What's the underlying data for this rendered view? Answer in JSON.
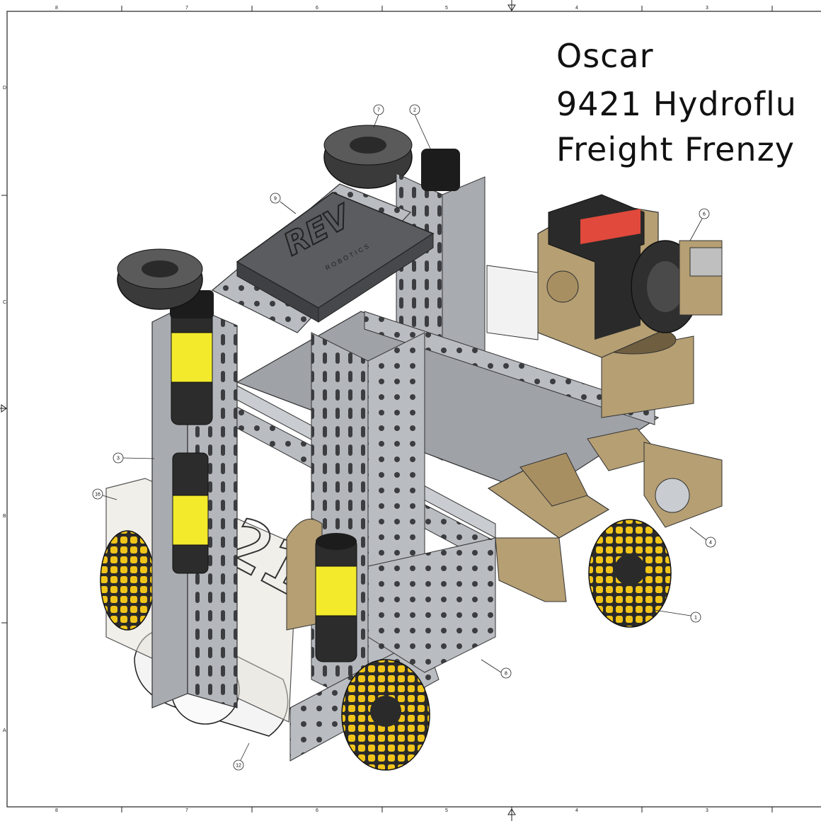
{
  "title": {
    "line1": "Oscar",
    "line2": "9421 Hydroflu",
    "line3": "Freight Frenzy"
  },
  "zones": {
    "columns": [
      "8",
      "7",
      "6",
      "5",
      "4",
      "3"
    ],
    "rows": [
      "D",
      "C",
      "B",
      "A"
    ]
  },
  "balloons": [
    "7",
    "2",
    "9",
    "6",
    "3",
    "16",
    "4",
    "1",
    "8",
    "12"
  ],
  "robot": {
    "controller_brand": "REV",
    "controller_sub": "ROBOTICS",
    "plate_number": "9421"
  },
  "colors": {
    "aluminum": "#b9bcc1",
    "bracket_tan": "#b59f73",
    "motor_yellow": "#f3ea2c",
    "wheel_yellow": "#f0c419",
    "servo_red": "#e0493b"
  }
}
